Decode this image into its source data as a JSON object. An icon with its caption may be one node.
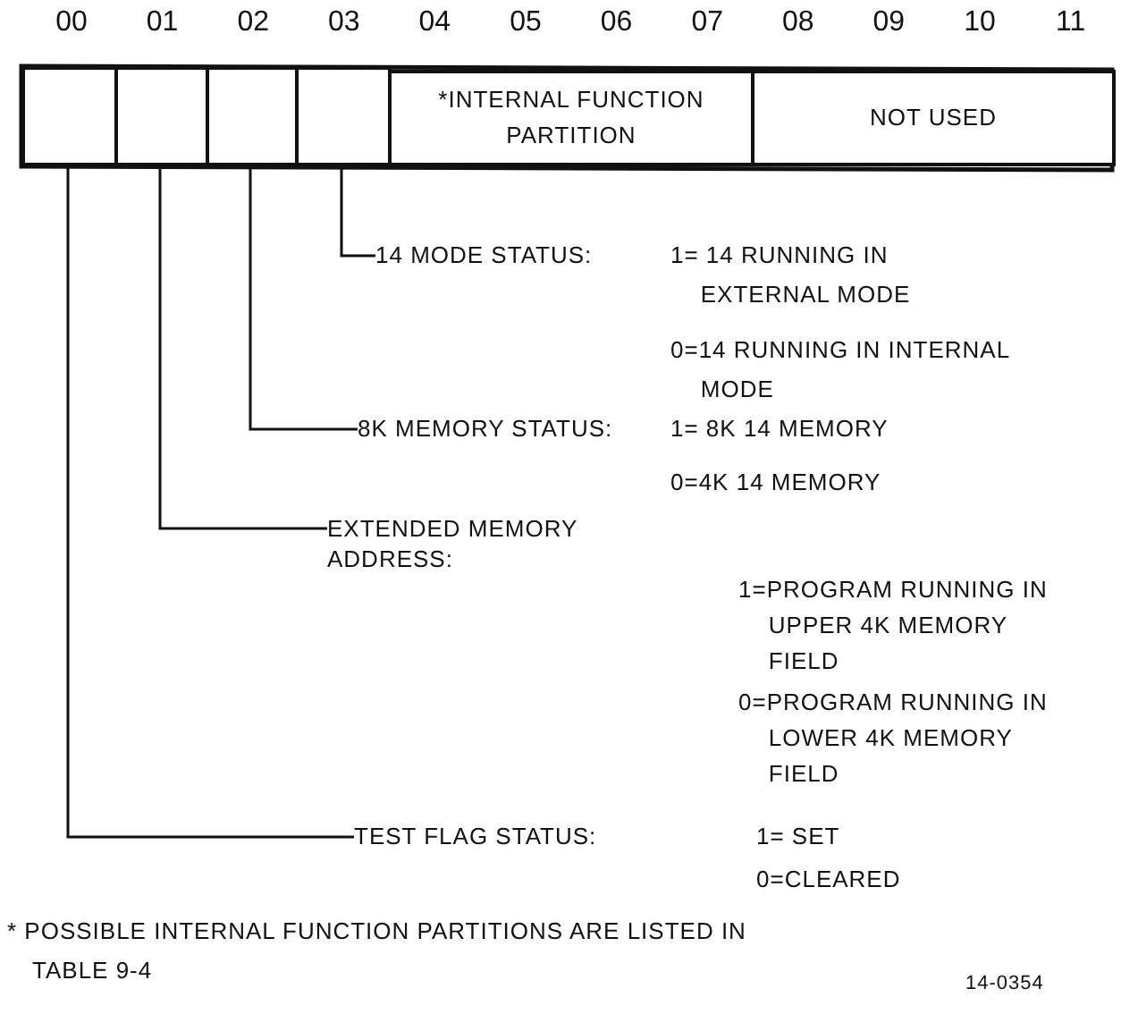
{
  "diagram": {
    "nodes": [
      {
        "text": [],
        "shape": "box"
      },
      {
        "text": [],
        "shape": "box"
      },
      {
        "text": [],
        "shape": "box"
      },
      {
        "text": [],
        "shape": "box"
      },
      {
        "text": [
          "*INTERNAL FUNCTION PARTITION"
        ]
      },
      {
        "text": [
          "NOT USED"
        ]
      },
      {
        "text": [
          "14 MODE STATUS:",
          "1= 14 RUNNING IN EXTERNAL MODE",
          "0=14 RUNNING IN INTERNAL MODE"
        ]
      },
      {
        "text": [
          "8K MEMORY STATUS:",
          "1= 8K 14 MEMORY",
          "0=4K 14 MEMORY"
        ]
      },
      {
        "text": [
          "EXTENDED MEMORY ADDRESS:",
          "1=PROGRAM RUNNING IN UPPER 4K MEMORY FIELD",
          "0=PROGRAM RUNNING IN LOWER 4K MEMORY FIELD"
        ]
      },
      {
        "text": [
          "TEST FLAG STATUS:",
          "1= SET",
          "0=CLEARED"
        ]
      }
    ],
    "edges": [
      {
        "from": 3,
        "to": 6,
        "arrow": "none"
      },
      {
        "from": 2,
        "to": 7,
        "arrow": "none"
      },
      {
        "from": 1,
        "to": 8,
        "arrow": "none"
      },
      {
        "from": 0,
        "to": 9,
        "arrow": "none"
      }
    ],
    "labels": [
      "00",
      "01",
      "02",
      "03",
      "04",
      "05",
      "06",
      "07",
      "08",
      "09",
      "10",
      "11",
      "* POSSIBLE INTERNAL FUNCTION PARTITIONS ARE LISTED IN TABLE 9-4",
      "14-0354"
    ]
  }
}
